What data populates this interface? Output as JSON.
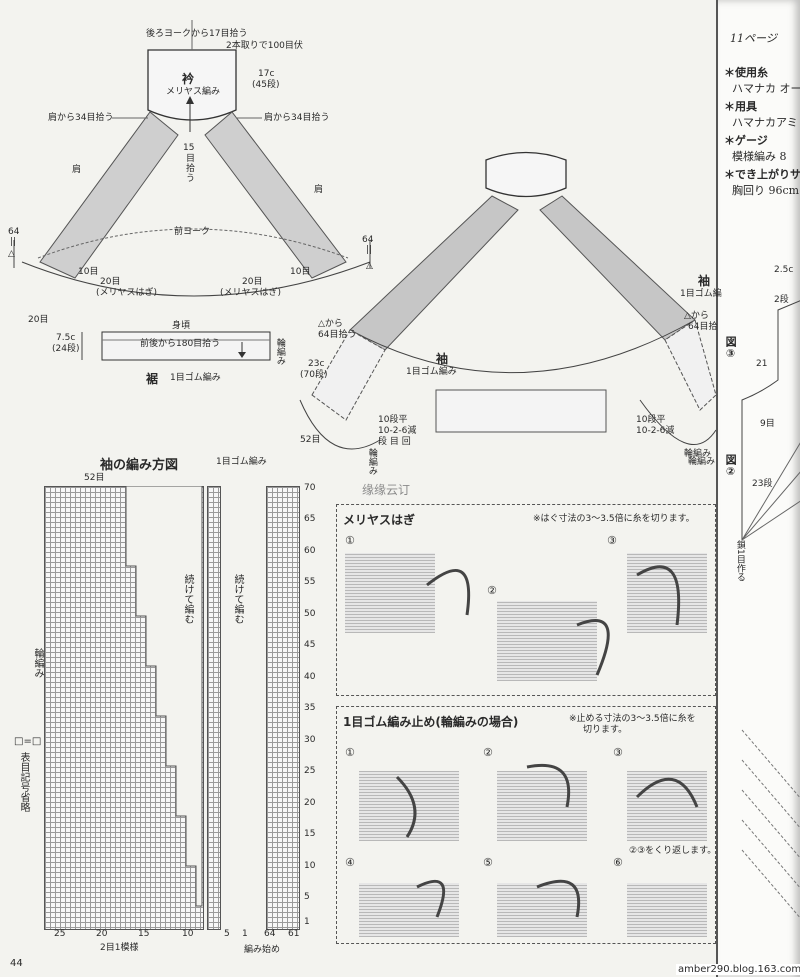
{
  "diagram_top": {
    "t1": "後ろヨークから17目拾う",
    "t2": "2本取りで100目伏",
    "collar_title": "衿",
    "collar_stitch": "メリヤス編み",
    "rows_17c": "17c",
    "rows_45": "(45段)",
    "pick_left": "肩から34目拾う",
    "pick_right": "肩から34目拾う",
    "pick_center_1": "15",
    "pick_center_2": "目",
    "pick_center_3": "拾",
    "pick_center_4": "う",
    "shoulder_left": "肩",
    "shoulder_right": "肩",
    "front_yoke": "前ヨーク",
    "n64_left": "64",
    "eq_left": "||",
    "tri_left": "△",
    "n64_right": "64",
    "eq_right": "||",
    "tri_right": "△",
    "st10_left": "10目",
    "st10_right": "10目",
    "st20_left": "20目",
    "graft_left": "(メリヤスはぎ)",
    "st20_right": "20目",
    "graft_right": "(メリヤスはぎ)",
    "st20_bottom": "20目",
    "body_width": "身頃",
    "pick180": "前後から180目拾う",
    "c75": "7.5c",
    "rows24": "(24段)",
    "hem_title": "裾",
    "hem_stitch": "1目ゴム編み",
    "ribbed": "輪編み"
  },
  "diagram_sleeve": {
    "sleeve_title": "袖",
    "sleeve_stitch": "1目ゴム編み",
    "from_tri": "△から",
    "pick64": "64目拾う",
    "c23": "23c",
    "rows70": "(70段)",
    "st52": "52目",
    "dec_l1": "10段平",
    "dec_l2": "10-2-6減",
    "dec_l3": "段 目 回",
    "dec_r1": "10段平",
    "dec_r2": "10-2-6減",
    "ribbed_l": "輪編み",
    "ribbed_r": "輪編み"
  },
  "chart": {
    "title": "袖の編み方図",
    "subtitle": "1目ゴム編み",
    "top_label": "52目",
    "cont_1": "続けて編む",
    "cont_2": "続けて編む",
    "ribbed": "輪編み",
    "legend_symbol": "□=□",
    "legend_text": "表目記号省略",
    "row_numbers": [
      "70",
      "65",
      "60",
      "55",
      "50",
      "45",
      "40",
      "35",
      "30",
      "25",
      "20",
      "15",
      "10",
      "5",
      "1"
    ],
    "col_numbers": [
      "25",
      "20",
      "15",
      "10",
      "5",
      "1",
      "64",
      "61"
    ],
    "repeat_label": "2目1模様",
    "cast_on": "編み始め"
  },
  "graft_panel": {
    "title": "メリヤスはぎ",
    "note": "※はぐ寸法の3〜3.5倍に糸を切ります。",
    "steps": [
      "①",
      "②",
      "③"
    ]
  },
  "bindoff_panel": {
    "title": "1目ゴム編み止め(輪編みの場合)",
    "note_1": "※止める寸法の3〜3.5倍に糸を",
    "note_2": "切ります。",
    "steps": [
      "①",
      "②",
      "③",
      "④",
      "⑤",
      "⑥"
    ],
    "repeat_note": "②③をくり返します。"
  },
  "right_page": {
    "page_ref": "11ページ",
    "h1": "＊使用糸",
    "l1": "ハマナカ オー",
    "h2": "＊用具",
    "l2": "ハマナカアミ",
    "h3": "＊ゲージ",
    "l3": "模様編み 8",
    "h4": "＊でき上がりサ",
    "l4": "胸回り 96cm",
    "sleeve": "袖",
    "sleeve_stitch": "1目ゴム編",
    "from_tri": "△から",
    "pick64": "64目拾",
    "ribbed": "輪編み",
    "dec_1": "10段平",
    "dec_2": "10-2-6減",
    "c25": "2.5c",
    "dan2": "2段",
    "n21": "21",
    "n9": "9目",
    "n23": "23段",
    "fig3": "図③",
    "fig2": "図②",
    "start": "鎖1目作る"
  },
  "footer": {
    "page_number": "44",
    "watermark": "缘缘云订",
    "credit": "amber290.blog.163.com"
  }
}
